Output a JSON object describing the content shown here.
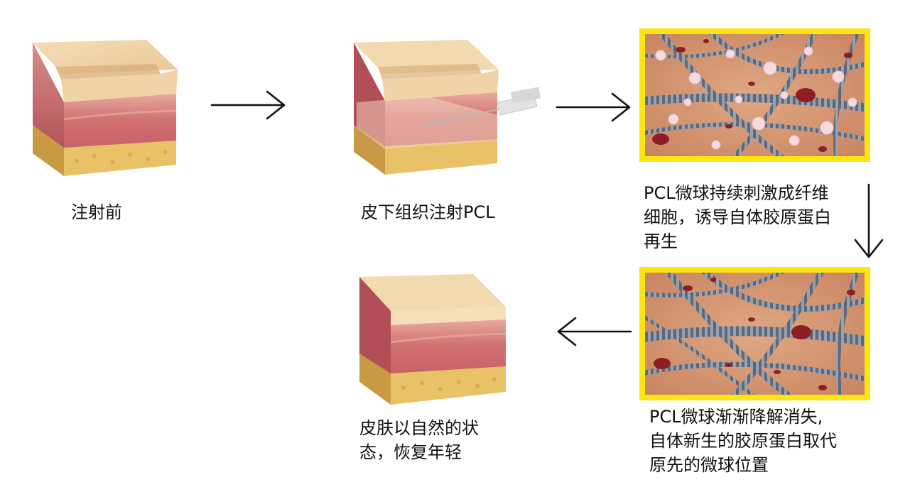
{
  "colors": {
    "skin_top": "#f1d8ae",
    "skin_top_shade": "#e3bf8c",
    "dermis": "#d4767a",
    "dermis_dark": "#b64f55",
    "dermis_light": "#e79c93",
    "fat": "#e8c066",
    "fat_dark": "#caa04a",
    "frame": "#fbe60f",
    "tissue_bg": "#d79d77",
    "fiber": "#8c95a3",
    "fiber_dark": "#5a6270",
    "cell_red": "#8e1e24",
    "sphere": "#f4d8de"
  },
  "steps": [
    {
      "id": "before",
      "caption": [
        "注射前"
      ]
    },
    {
      "id": "inject",
      "caption": [
        "皮下组织注射PCL"
      ]
    },
    {
      "id": "stimulate",
      "caption": [
        "PCL微球持续刺激成纤维",
        "细胞，诱导自体胶原蛋白",
        "再生"
      ]
    },
    {
      "id": "degrade",
      "caption": [
        "PCL微球渐渐降解消失,",
        "自体新生的胶原蛋白取代",
        "原先的微球位置"
      ]
    },
    {
      "id": "result",
      "caption": [
        "皮肤以自然的状",
        "态，恢复年轻"
      ]
    }
  ],
  "icons": {
    "arrow_1": "arrow-right-icon",
    "arrow_2": "arrow-right-icon",
    "arrow_3": "arrow-down-icon",
    "arrow_4": "arrow-left-icon",
    "syringe": "syringe-icon"
  }
}
